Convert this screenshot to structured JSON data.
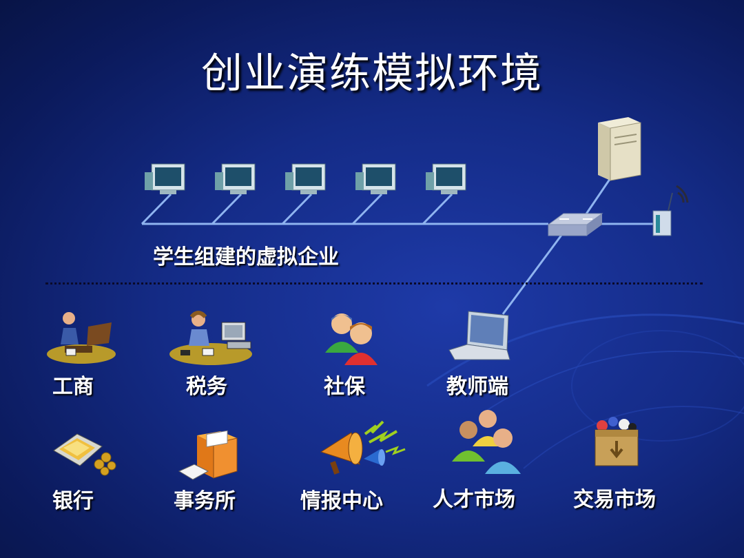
{
  "title": "创业演练模拟环境",
  "network": {
    "caption": "学生组建的虚拟企业"
  },
  "colors": {
    "background": "#142b86",
    "line": "#8fb4f0",
    "text": "#ffffff"
  },
  "departments_row1": [
    {
      "label": "工商",
      "icon": "businessman-desk-icon"
    },
    {
      "label": "税务",
      "icon": "phone-operator-icon"
    },
    {
      "label": "社保",
      "icon": "two-people-icon"
    },
    {
      "label": "教师端",
      "icon": "laptop-icon"
    }
  ],
  "departments_row2": [
    {
      "label": "银行",
      "icon": "money-cash-icon"
    },
    {
      "label": "事务所",
      "icon": "file-cabinet-icon"
    },
    {
      "label": "情报中心",
      "icon": "megaphone-icon"
    },
    {
      "label": "人才市场",
      "icon": "people-group-icon"
    },
    {
      "label": "交易市场",
      "icon": "goods-box-icon"
    }
  ]
}
